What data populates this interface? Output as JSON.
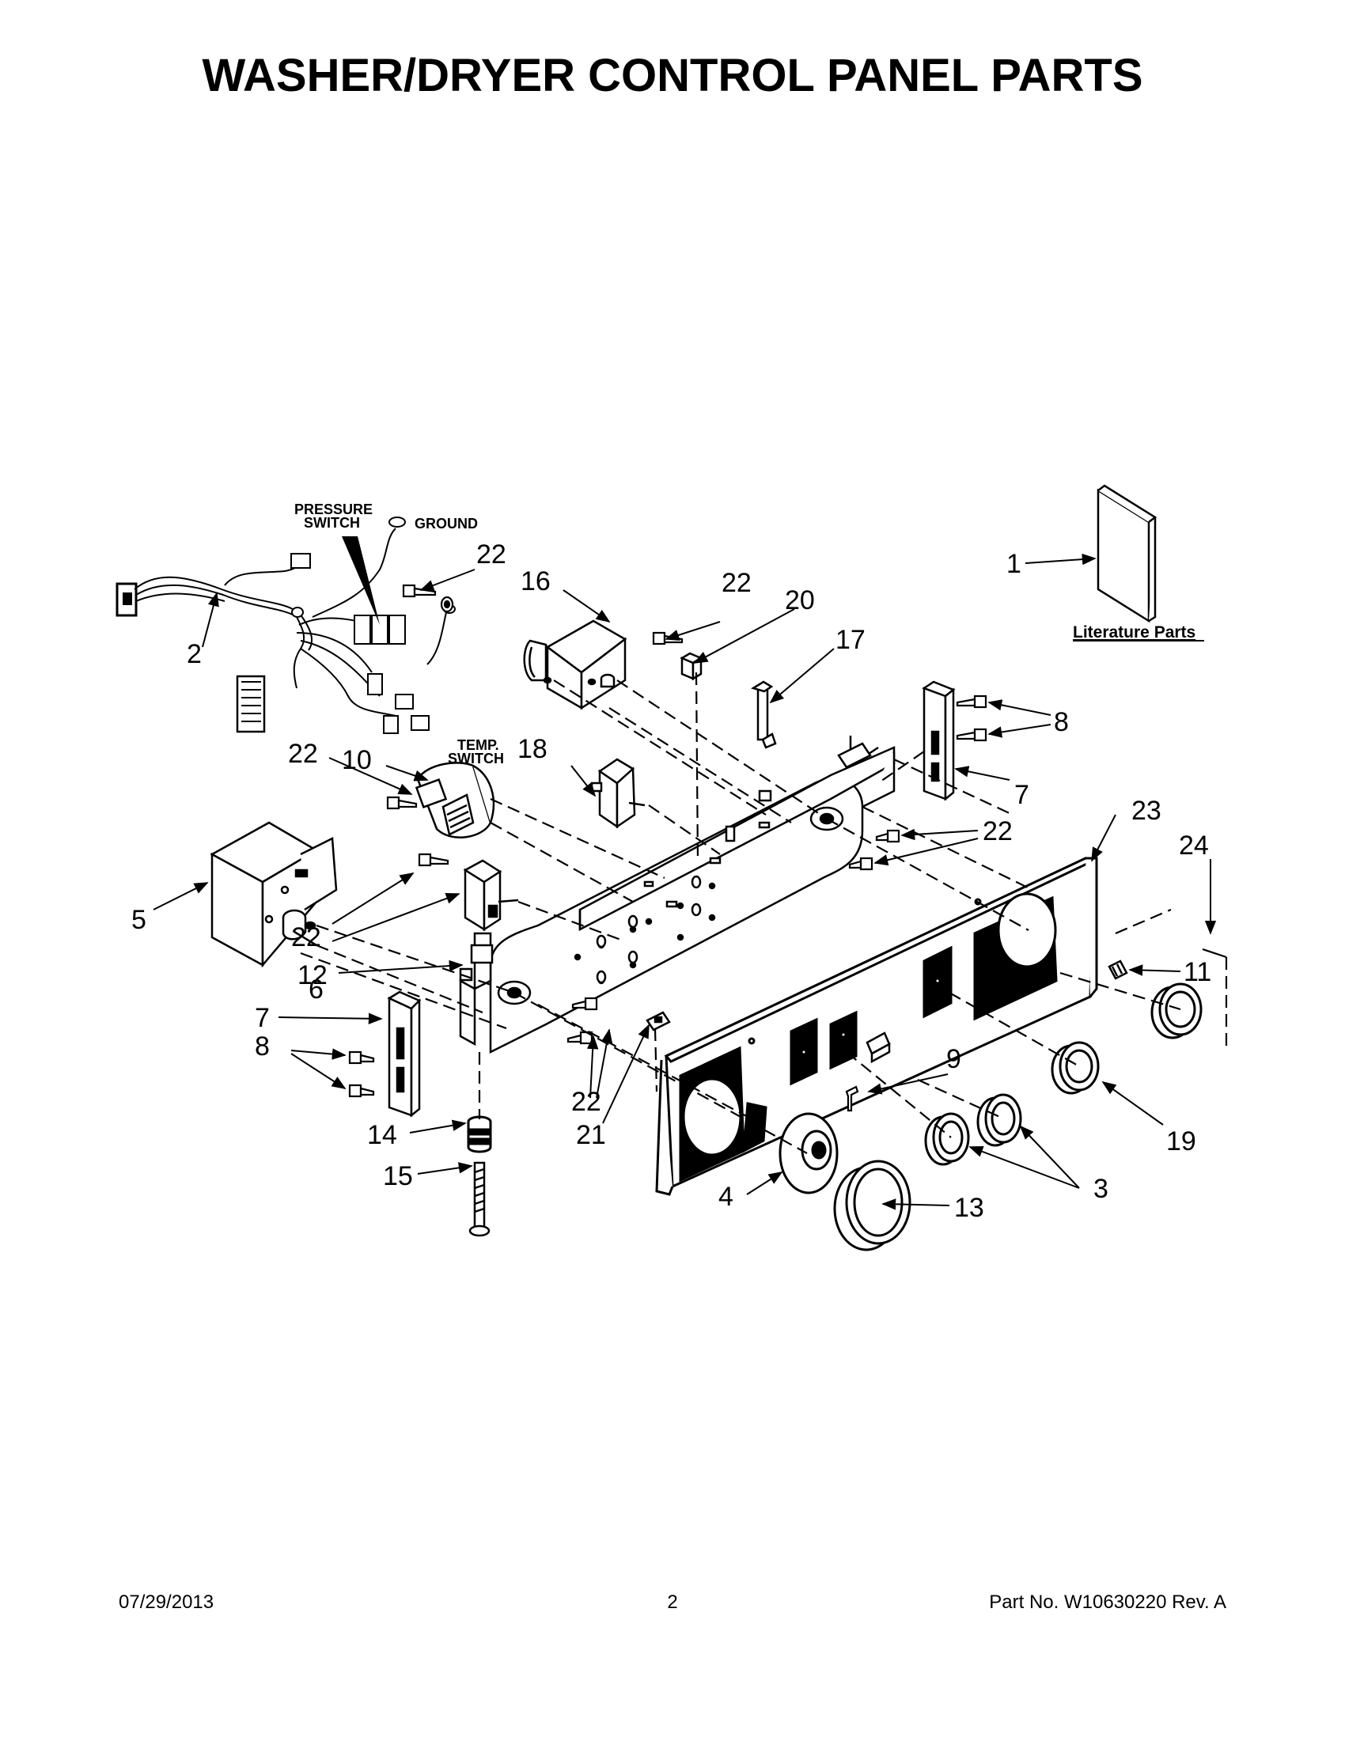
{
  "title": "WASHER/DRYER CONTROL PANEL PARTS",
  "labels": {
    "pressure_switch_1": "PRESSURE",
    "pressure_switch_2": "SWITCH",
    "ground": "GROUND",
    "temp_switch_1": "TEMP.",
    "temp_switch_2": "SWITCH",
    "literature_parts": "Literature Parts"
  },
  "callouts": {
    "c1": "1",
    "c2": "2",
    "c3": "3",
    "c4": "4",
    "c5": "5",
    "c6": "6",
    "c7a": "7",
    "c7b": "7",
    "c8a": "8",
    "c8b": "8",
    "c9": "9",
    "c10": "10",
    "c11": "11",
    "c12": "12",
    "c13": "13",
    "c14": "14",
    "c15": "15",
    "c16": "16",
    "c17": "17",
    "c18": "18",
    "c19": "19",
    "c20": "20",
    "c21": "21",
    "c22a": "22",
    "c22b": "22",
    "c22c": "22",
    "c22d": "22",
    "c22e": "22",
    "c22f": "22",
    "c23": "23",
    "c24": "24"
  },
  "footer": {
    "date": "07/29/2013",
    "page": "2",
    "part_no": "Part No.  W10630220  Rev.  A"
  }
}
